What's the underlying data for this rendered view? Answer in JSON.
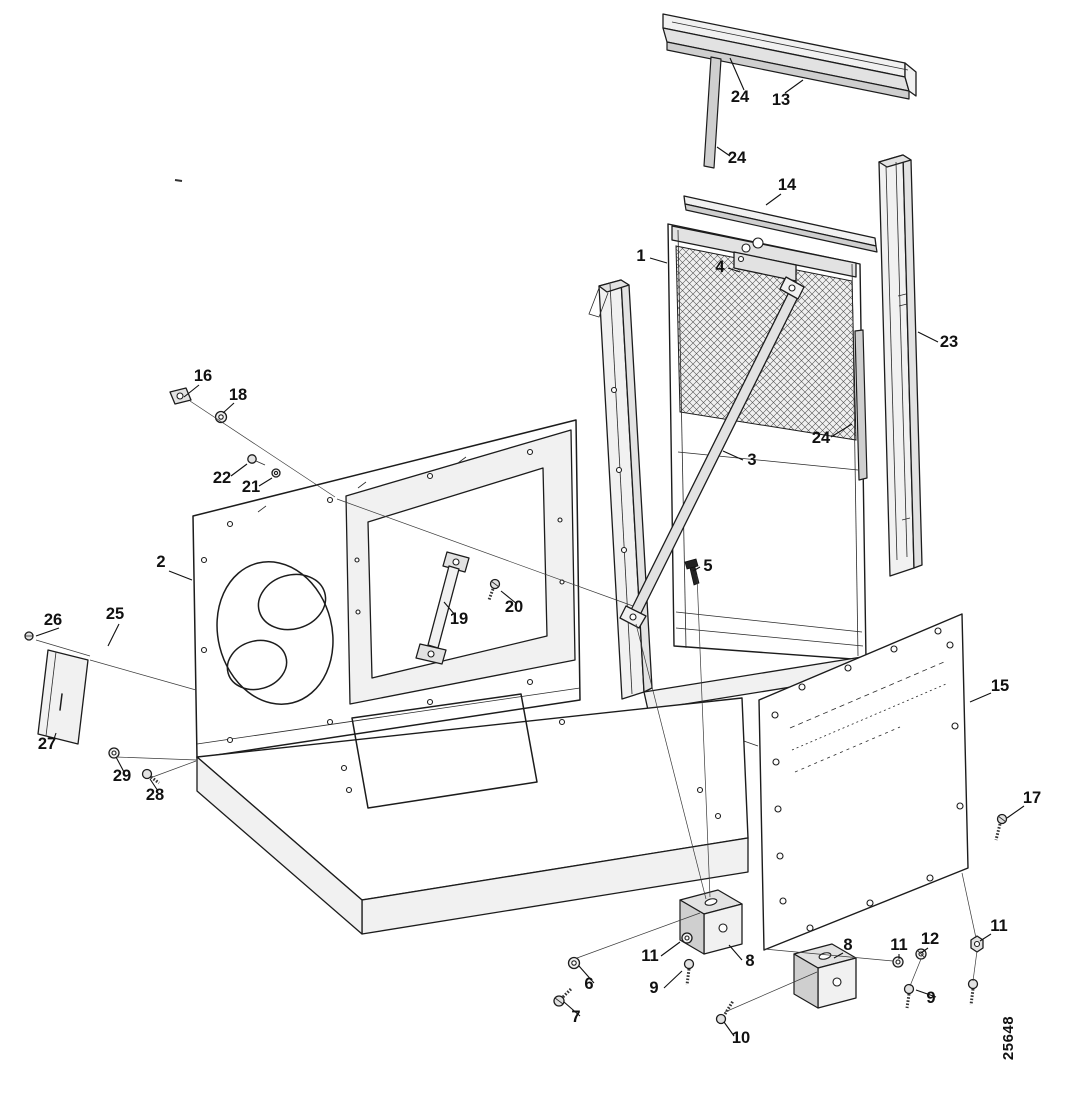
{
  "colors": {
    "paper": "#ffffff",
    "ink": "#1c1c1c"
  },
  "diagram": {
    "drawing_number": "25648",
    "callouts": [
      {
        "label": "24"
      },
      {
        "label": "13"
      },
      {
        "label": "24"
      },
      {
        "label": "14"
      },
      {
        "label": "1"
      },
      {
        "label": "4"
      },
      {
        "label": "23"
      },
      {
        "label": "16"
      },
      {
        "label": "18"
      },
      {
        "label": "24"
      },
      {
        "label": "22"
      },
      {
        "label": "21"
      },
      {
        "label": "3"
      },
      {
        "label": "2"
      },
      {
        "label": "5"
      },
      {
        "label": "26"
      },
      {
        "label": "25"
      },
      {
        "label": "19"
      },
      {
        "label": "20"
      },
      {
        "label": "15"
      },
      {
        "label": "27"
      },
      {
        "label": "29"
      },
      {
        "label": "28"
      },
      {
        "label": "17"
      },
      {
        "label": "11"
      },
      {
        "label": "9"
      },
      {
        "label": "6"
      },
      {
        "label": "7"
      },
      {
        "label": "8"
      },
      {
        "label": "10"
      },
      {
        "label": "8"
      },
      {
        "label": "11"
      },
      {
        "label": "12"
      },
      {
        "label": "9"
      },
      {
        "label": "11"
      }
    ]
  }
}
